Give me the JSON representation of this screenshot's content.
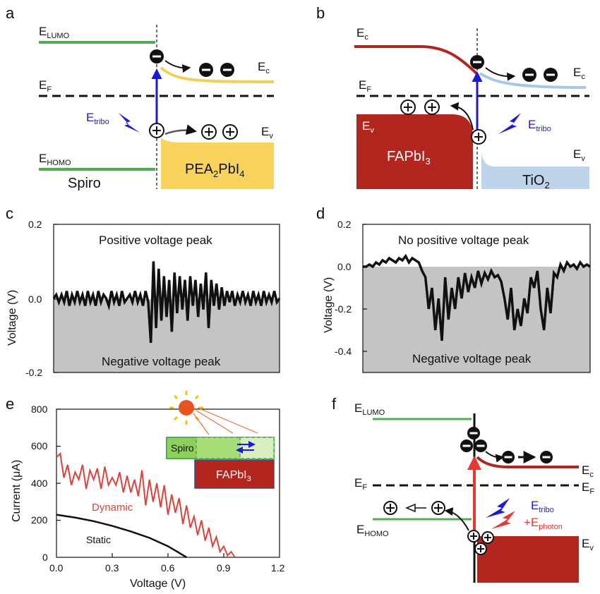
{
  "panels": {
    "a": {
      "letter": "a",
      "e_lumo": "E",
      "e_lumo_sub": "LUMO",
      "e_f": "E",
      "e_f_sub": "F",
      "e_homo": "E",
      "e_homo_sub": "HOMO",
      "e_c": "E",
      "e_c_sub": "c",
      "e_v": "E",
      "e_v_sub": "v",
      "tribo": "E",
      "tribo_sub": "tribo",
      "left_material": "Spiro",
      "right_material_main": "PEA",
      "right_material_sub1": "2",
      "right_material_mid": "PbI",
      "right_material_sub2": "4",
      "colors": {
        "lumo": "#4caf50",
        "homo": "#4caf50",
        "cb": "#f2cf5a",
        "perov": "#f7d35c",
        "arrow": "#1a1adf",
        "tribo": "#1a1adf"
      }
    },
    "b": {
      "letter": "b",
      "e_c": "E",
      "e_c_sub": "c",
      "e_f": "E",
      "e_f_sub": "F",
      "e_v": "E",
      "e_v_sub": "v",
      "e_c_right": "E",
      "e_c_right_sub": "c",
      "e_v_right": "E",
      "e_v_right_sub": "v",
      "tribo": "E",
      "tribo_sub": "tribo",
      "left_material_main": "FAPbI",
      "left_material_sub": "3",
      "right_material_main": "TiO",
      "right_material_sub": "2",
      "colors": {
        "fapbi": "#b3261e",
        "tio2": "#bcd3ea",
        "cb_left": "#b3261e",
        "cb_right": "#a9c6e6",
        "arrow": "#1a1adf"
      }
    },
    "c": {
      "letter": "c",
      "top_label": "Positive voltage peak",
      "bottom_label": "Negative voltage peak",
      "y_title": "Voltage (V)",
      "y_ticks": [
        "0.2",
        "0.0",
        "-0.2"
      ]
    },
    "d": {
      "letter": "d",
      "top_label": "No positive voltage peak",
      "bottom_label": "Negative voltage peak",
      "y_title": "Voltage (V)",
      "y_ticks": [
        "0.2",
        "0.0",
        "-0.2",
        "-0.4"
      ]
    },
    "e": {
      "letter": "e",
      "y_title": "Current (μA)",
      "x_title": "Voltage (V)",
      "x_ticks": [
        "0.0",
        "0.3",
        "0.6",
        "0.9",
        "1.2"
      ],
      "y_ticks": [
        "800",
        "600",
        "400",
        "200",
        "0"
      ],
      "dynamic_label": "Dynamic",
      "static_label": "Static",
      "inset_spiro": "Spiro",
      "inset_fapbi_main": "FAPbI",
      "inset_fapbi_sub": "3",
      "colors": {
        "dynamic": "#e0403a",
        "static": "#111111",
        "spiro": "#8fcf5c",
        "fapbi": "#b3261e",
        "sun": "#e8541c",
        "sun_rays": "#f5c400"
      }
    },
    "f": {
      "letter": "f",
      "e_lumo": "E",
      "e_lumo_sub": "LUMO",
      "e_f": "E",
      "e_f_sub": "F",
      "e_f_right": "E",
      "e_f_right_sub": "F",
      "e_homo": "E",
      "e_homo_sub": "HOMO",
      "e_c": "E",
      "e_c_sub": "c",
      "e_v": "E",
      "e_v_sub": "v",
      "tribo": "E",
      "tribo_sub": "tribo",
      "photon": "+E",
      "photon_sub": "photon",
      "colors": {
        "lumo": "#4caf50",
        "homo": "#4caf50",
        "fapbi": "#b3261e",
        "arrow": "#e8372e",
        "tribo": "#1a1adf",
        "photon": "#e8372e"
      }
    }
  },
  "chart_data": [
    {
      "panel": "c",
      "type": "line",
      "ylabel": "Voltage (V)",
      "ylim": [
        -0.2,
        0.2
      ],
      "y": [
        0.0,
        0.01,
        -0.01,
        0.01,
        -0.01,
        0.02,
        -0.02,
        0.01,
        -0.01,
        0.02,
        -0.01,
        0.01,
        -0.02,
        0.02,
        -0.01,
        0.01,
        -0.02,
        0.02,
        -0.01,
        0.01,
        0.0,
        -0.02,
        0.02,
        -0.01,
        0.01,
        -0.02,
        0.02,
        -0.01,
        0.0,
        0.01,
        -0.01,
        0.02,
        -0.01,
        0.01,
        -0.02,
        0.02,
        -0.01,
        -0.12,
        0.1,
        -0.08,
        0.08,
        -0.06,
        0.06,
        -0.05,
        0.05,
        -0.09,
        0.07,
        -0.04,
        0.06,
        -0.03,
        0.05,
        -0.06,
        0.06,
        -0.02,
        0.05,
        -0.05,
        0.04,
        -0.03,
        0.07,
        -0.08,
        0.05,
        -0.02,
        0.04,
        -0.03,
        0.03,
        -0.02,
        0.02,
        -0.01,
        0.02,
        -0.02,
        0.01,
        -0.01,
        0.02,
        -0.01,
        0.01,
        -0.02,
        0.02,
        -0.01,
        0.01,
        -0.02,
        0.02,
        -0.01,
        0.01,
        -0.01,
        0.02,
        -0.01,
        0.0
      ],
      "grid": false
    },
    {
      "panel": "d",
      "type": "line",
      "ylabel": "Voltage (V)",
      "ylim": [
        -0.5,
        0.2
      ],
      "y": [
        0.0,
        0.0,
        0.01,
        0.0,
        0.02,
        0.01,
        0.03,
        0.02,
        0.04,
        0.03,
        0.02,
        0.04,
        0.03,
        0.05,
        0.02,
        0.04,
        0.03,
        0.02,
        -0.02,
        -0.05,
        -0.2,
        -0.1,
        -0.3,
        -0.15,
        -0.35,
        -0.05,
        -0.25,
        -0.1,
        -0.2,
        -0.05,
        -0.15,
        -0.03,
        -0.12,
        -0.05,
        -0.1,
        -0.02,
        -0.08,
        -0.03,
        -0.06,
        -0.02,
        -0.05,
        -0.04,
        -0.07,
        -0.15,
        -0.25,
        -0.1,
        -0.3,
        -0.2,
        -0.28,
        -0.15,
        -0.22,
        -0.05,
        -0.1,
        -0.02,
        -0.2,
        -0.3,
        -0.1,
        -0.22,
        -0.03,
        -0.05,
        0.01,
        -0.02,
        0.02,
        0.0,
        0.01,
        -0.01,
        0.02,
        0.0,
        0.01,
        0.0
      ],
      "grid": false
    },
    {
      "panel": "e",
      "type": "line",
      "xlabel": "Voltage (V)",
      "ylabel": "Current (μA)",
      "xlim": [
        0.0,
        1.2
      ],
      "ylim": [
        0,
        800
      ],
      "series": [
        {
          "name": "Dynamic",
          "x": [
            0.0,
            0.02,
            0.04,
            0.06,
            0.08,
            0.1,
            0.12,
            0.14,
            0.16,
            0.18,
            0.2,
            0.22,
            0.24,
            0.26,
            0.28,
            0.3,
            0.32,
            0.34,
            0.36,
            0.38,
            0.4,
            0.42,
            0.44,
            0.46,
            0.48,
            0.5,
            0.52,
            0.54,
            0.56,
            0.58,
            0.6,
            0.62,
            0.64,
            0.66,
            0.68,
            0.7,
            0.72,
            0.74,
            0.76,
            0.78,
            0.8,
            0.82,
            0.84,
            0.86,
            0.88,
            0.9,
            0.92,
            0.94,
            0.96
          ],
          "y": [
            540,
            560,
            430,
            500,
            390,
            460,
            420,
            500,
            370,
            470,
            420,
            480,
            370,
            490,
            390,
            430,
            390,
            460,
            350,
            440,
            350,
            420,
            330,
            470,
            280,
            420,
            300,
            400,
            270,
            390,
            230,
            340,
            240,
            320,
            180,
            280,
            160,
            220,
            120,
            200,
            90,
            160,
            60,
            110,
            30,
            60,
            10,
            30,
            0
          ]
        },
        {
          "name": "Static",
          "x": [
            0.0,
            0.1,
            0.2,
            0.3,
            0.4,
            0.5,
            0.6,
            0.65,
            0.7
          ],
          "y": [
            230,
            215,
            195,
            170,
            140,
            105,
            60,
            30,
            0
          ]
        }
      ]
    }
  ]
}
